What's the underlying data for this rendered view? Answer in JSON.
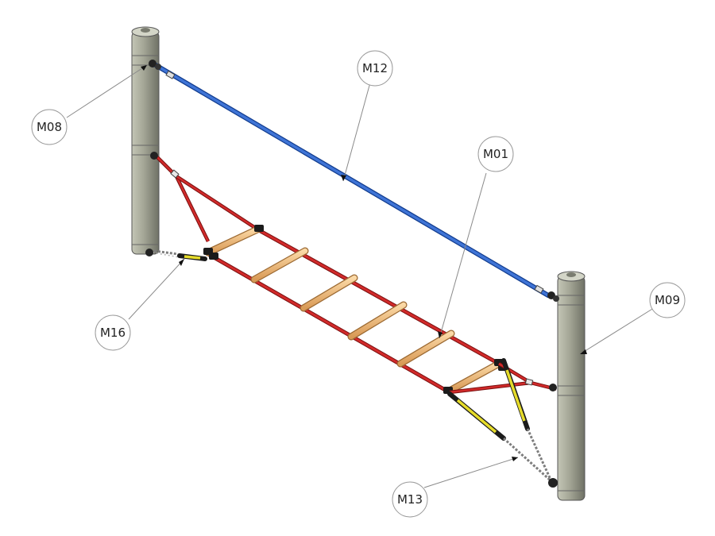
{
  "callouts": {
    "m08": "M08",
    "m12": "M12",
    "m01": "M01",
    "m09": "M09",
    "m16": "M16",
    "m13": "M13"
  },
  "colors": {
    "post": "#a9ab9a",
    "top_rope": "#2f5fc0",
    "ladder_rope": "#cc1f1f",
    "rung": "#f0be7e",
    "yellow_segment": "#e6dc2a",
    "chain": "#9a9a9a",
    "fitting": "#222222"
  }
}
